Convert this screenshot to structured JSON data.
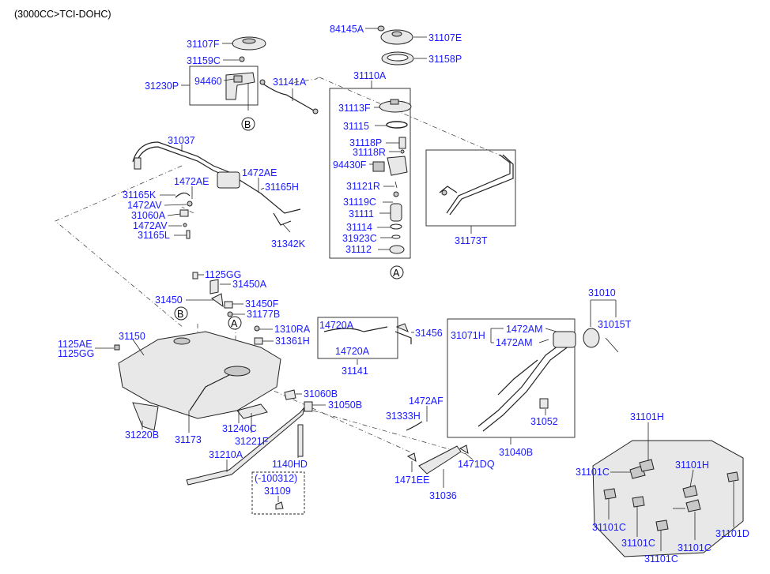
{
  "header": "(3000CC>TCI-DOHC)",
  "callouts": {
    "a": "A",
    "b": "B"
  },
  "labels": {
    "l31107F_top": "31107F",
    "l31159C": "31159C",
    "l31230P": "31230P",
    "l94460": "94460",
    "l31141A": "31141A",
    "l84145A": "84145A",
    "l31107E": "31107E",
    "l31158P": "31158P",
    "l31110A": "31110A",
    "l31113F": "31113F",
    "l31115": "31115",
    "l31118P": "31118P",
    "l31118R": "31118R",
    "l94430F": "94430F",
    "l31121R": "31121R",
    "l31119C": "31119C",
    "l31111": "31111",
    "l31114": "31114",
    "l31923C": "31923C",
    "l31112": "31112",
    "l31173T": "31173T",
    "l31037": "31037",
    "l1472AE_a": "1472AE",
    "l1472AE_b": "1472AE",
    "l31165K": "31165K",
    "l31165H": "31165H",
    "l1472AV_a": "1472AV",
    "l31060A": "31060A",
    "l1472AV_b": "1472AV",
    "l31165L": "31165L",
    "l31342K": "31342K",
    "l1125GG_a": "1125GG",
    "l31450A": "31450A",
    "l31450": "31450",
    "l31450F": "31450F",
    "l31177B": "31177B",
    "l1310RA": "1310RA",
    "l31361H": "31361H",
    "l1125AE": "1125AE",
    "l1125GG_b": "1125GG",
    "l31150": "31150",
    "l14720A_a": "14720A",
    "l14720A_b": "14720A",
    "l31456": "31456",
    "l31141": "31141",
    "l31010": "31010",
    "l31015T": "31015T",
    "l31071H": "31071H",
    "l1472AM_a": "1472AM",
    "l1472AM_b": "1472AM",
    "l31060B": "31060B",
    "l31050B": "31050B",
    "l1472AF": "1472AF",
    "l31333H": "31333H",
    "l31052": "31052",
    "l31220B": "31220B",
    "l31173": "31173",
    "l31240C": "31240C",
    "l31221F": "31221F",
    "l31040B": "31040B",
    "l31210A": "31210A",
    "l1140HD": "1140HD",
    "l100312": "(-100312)",
    "l31109": "31109",
    "l1471EE": "1471EE",
    "l1471DQ": "1471DQ",
    "l31036": "31036",
    "l31101H_a": "31101H",
    "l31101C_a": "31101C",
    "l31101H_b": "31101H",
    "l31101C_b": "31101C",
    "l31101C_c": "31101C",
    "l31101C_d": "31101C",
    "l31101C_e": "31101C",
    "l31101D": "31101D"
  }
}
